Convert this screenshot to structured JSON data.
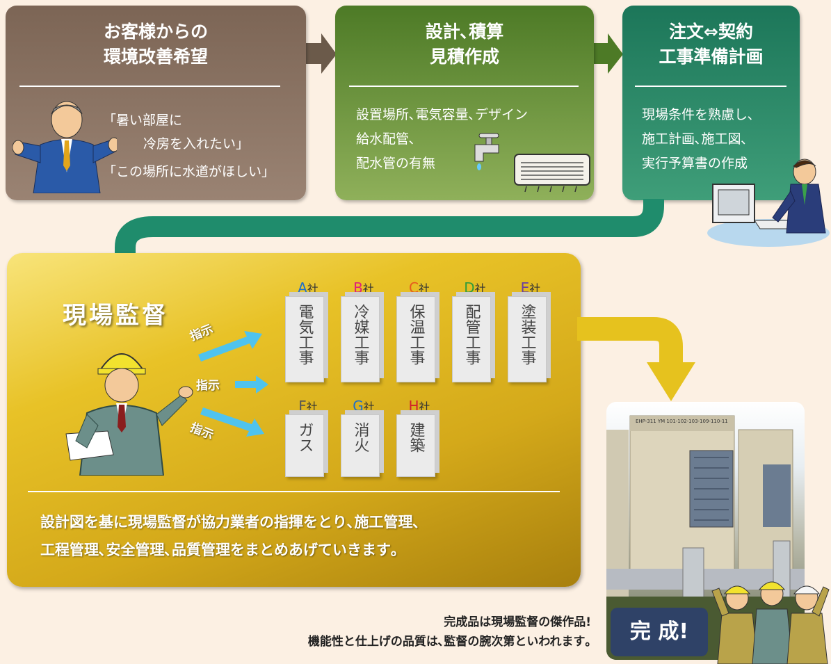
{
  "steps": [
    {
      "title_1": "お客様からの",
      "title_2": "環境改善希望",
      "line_1": "「暑い部屋に",
      "line_2": "冷房を入れたい」",
      "line_3": "「この場所に水道がほしい」"
    },
    {
      "title_1": "設計､積算",
      "title_2": "見積作成",
      "line_1": "設置場所､電気容量､デザイン",
      "line_2": "給水配管､",
      "line_3": "配水管の有無"
    },
    {
      "title_1": "注文⇔契約",
      "title_2": "工事準備計画",
      "line_1": "現場条件を熟慮し､",
      "line_2": "施工計画､施工図､",
      "line_3": "実行予算書の作成"
    }
  ],
  "supervisor": {
    "title": "現場監督",
    "instruction": "指示",
    "description_1": "設計図を基に現場監督が協力業者の指揮をとり､施工管理､",
    "description_2": "工程管理､安全管理､品質管理をまとめあげていきます｡"
  },
  "companies": [
    {
      "letter": "A",
      "suffix": "社",
      "work": "電気工事",
      "color": "#1f6fc8"
    },
    {
      "letter": "B",
      "suffix": "社",
      "work": "冷媒工事",
      "color": "#e0207a"
    },
    {
      "letter": "C",
      "suffix": "社",
      "work": "保温工事",
      "color": "#e65a1e"
    },
    {
      "letter": "D",
      "suffix": "社",
      "work": "配管工事",
      "color": "#2f9c3a"
    },
    {
      "letter": "E",
      "suffix": "社",
      "work": "塗装工事",
      "color": "#6a3fa0"
    },
    {
      "letter": "F",
      "suffix": "社",
      "work": "ガス",
      "color": "#555555"
    },
    {
      "letter": "G",
      "suffix": "社",
      "work": "消火",
      "color": "#1f6fc8"
    },
    {
      "letter": "H",
      "suffix": "社",
      "work": "建築",
      "color": "#d0202a"
    }
  ],
  "completion": {
    "label": "完 成!",
    "note_1": "完成品は現場監督の傑作品!",
    "note_2": "機能性と仕上げの品質は､監督の腕次第といわれます｡",
    "unit_text": "EHP-311 YM 101-102-103-109-110-11"
  }
}
